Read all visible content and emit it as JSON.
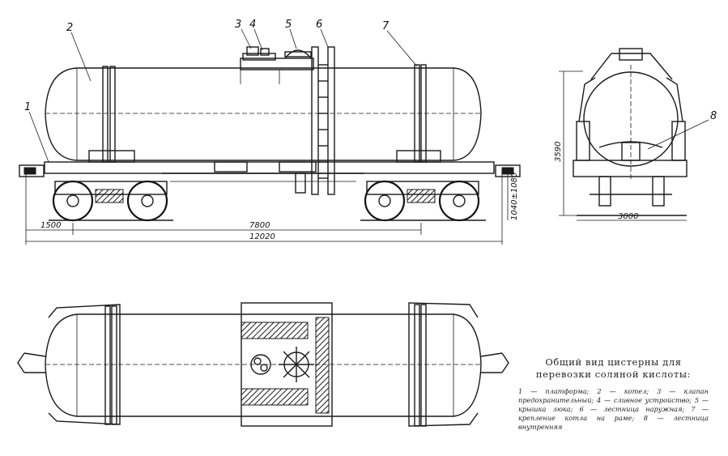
{
  "callouts": {
    "n1": "1",
    "n2": "2",
    "n3": "3",
    "n4": "4",
    "n5": "5",
    "n6": "6",
    "n7": "7",
    "n8": "8"
  },
  "dimensions": {
    "bogie_offset": "1500",
    "bogie_base": "7800",
    "overall_length": "12020",
    "height": "3590",
    "coupler_height": "1040±1080",
    "width": "3000"
  },
  "caption": {
    "title_line1": "Общий вид цистерны для",
    "title_line2": "перевозки соляной кислоты:",
    "legend": "1 — платформа; 2 — котел; 3 — клапан предохранительный; 4 — сливное устройство; 5 — крышка люка; 6 — лестница наружная; 7 — крепление котла на раме; 8 — лестница внутренняя"
  }
}
